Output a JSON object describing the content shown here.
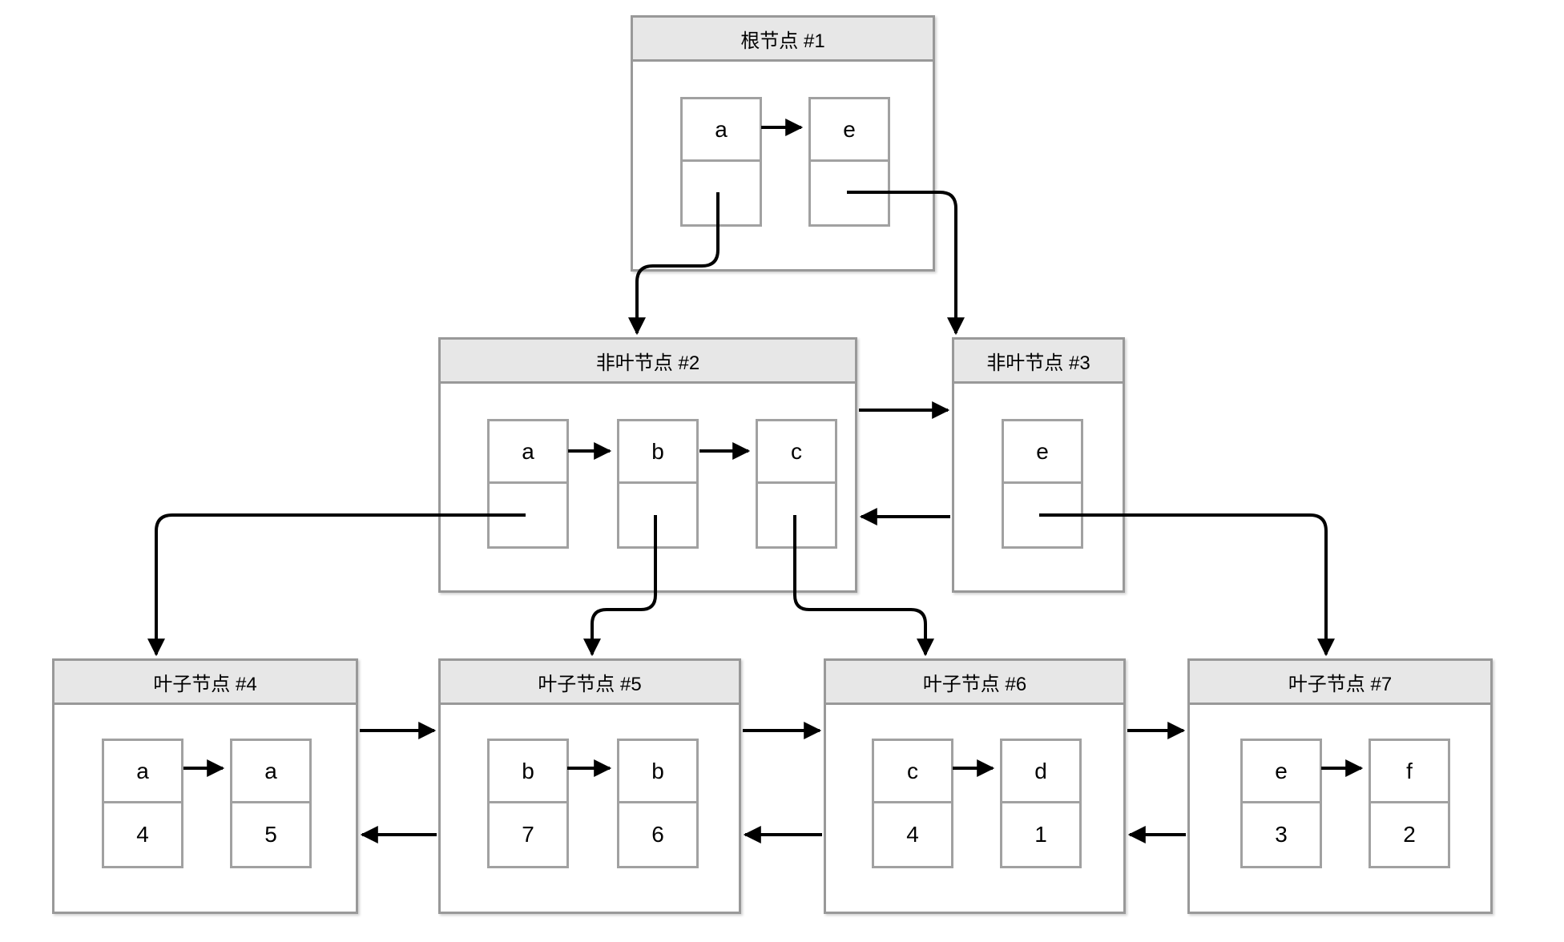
{
  "nodes": [
    {
      "title": "根节点 #1",
      "cells": [
        {
          "key": "a",
          "pointer": ""
        },
        {
          "key": "e",
          "pointer": ""
        }
      ]
    },
    {
      "title": "非叶节点 #2",
      "cells": [
        {
          "key": "a",
          "pointer": ""
        },
        {
          "key": "b",
          "pointer": ""
        },
        {
          "key": "c",
          "pointer": ""
        }
      ]
    },
    {
      "title": "非叶节点 #3",
      "cells": [
        {
          "key": "e",
          "pointer": ""
        }
      ]
    },
    {
      "title": "叶子节点 #4",
      "cells": [
        {
          "key": "a",
          "pointer": "4"
        },
        {
          "key": "a",
          "pointer": "5"
        }
      ]
    },
    {
      "title": "叶子节点 #5",
      "cells": [
        {
          "key": "b",
          "pointer": "7"
        },
        {
          "key": "b",
          "pointer": "6"
        }
      ]
    },
    {
      "title": "叶子节点 #6",
      "cells": [
        {
          "key": "c",
          "pointer": "4"
        },
        {
          "key": "d",
          "pointer": "1"
        }
      ]
    },
    {
      "title": "叶子节点 #7",
      "cells": [
        {
          "key": "e",
          "pointer": "3"
        },
        {
          "key": "f",
          "pointer": "2"
        }
      ]
    }
  ],
  "edges": [
    {
      "from": "根节点 #1 / a pointer",
      "to": "非叶节点 #2",
      "type": "child"
    },
    {
      "from": "根节点 #1 / e pointer",
      "to": "非叶节点 #3",
      "type": "child"
    },
    {
      "from": "非叶节点 #2 / a pointer",
      "to": "叶子节点 #4",
      "type": "child"
    },
    {
      "from": "非叶节点 #2 / b pointer",
      "to": "叶子节点 #5",
      "type": "child"
    },
    {
      "from": "非叶节点 #2 / c pointer",
      "to": "叶子节点 #6",
      "type": "child"
    },
    {
      "from": "非叶节点 #3 / e pointer",
      "to": "叶子节点 #7",
      "type": "child"
    },
    {
      "from": "非叶节点 #2",
      "to": "非叶节点 #3",
      "type": "next-sibling"
    },
    {
      "from": "非叶节点 #3",
      "to": "非叶节点 #2",
      "type": "prev-sibling"
    },
    {
      "from": "叶子节点 #4",
      "to": "叶子节点 #5",
      "type": "next-leaf"
    },
    {
      "from": "叶子节点 #5",
      "to": "叶子节点 #4",
      "type": "prev-leaf"
    },
    {
      "from": "叶子节点 #5",
      "to": "叶子节点 #6",
      "type": "next-leaf"
    },
    {
      "from": "叶子节点 #6",
      "to": "叶子节点 #5",
      "type": "prev-leaf"
    },
    {
      "from": "叶子节点 #6",
      "to": "叶子节点 #7",
      "type": "next-leaf"
    },
    {
      "from": "叶子节点 #7",
      "to": "叶子节点 #6",
      "type": "prev-leaf"
    },
    {
      "from": "根节点 #1 / a",
      "to": "根节点 #1 / e",
      "type": "key-order"
    },
    {
      "from": "非叶节点 #2 / a",
      "to": "非叶节点 #2 / b",
      "type": "key-order"
    },
    {
      "from": "非叶节点 #2 / b",
      "to": "非叶节点 #2 / c",
      "type": "key-order"
    },
    {
      "from": "叶子节点 #4 / a",
      "to": "叶子节点 #4 / a",
      "type": "key-order"
    },
    {
      "from": "叶子节点 #5 / b",
      "to": "叶子节点 #5 / b",
      "type": "key-order"
    },
    {
      "from": "叶子节点 #6 / c",
      "to": "叶子节点 #6 / d",
      "type": "key-order"
    },
    {
      "from": "叶子节点 #7 / e",
      "to": "叶子节点 #7 / f",
      "type": "key-order"
    }
  ],
  "colors": {
    "node_border": "#999999",
    "cell_border": "#a1a1a1",
    "header_fill": "#e7e7e7",
    "body_fill": "#ffffff",
    "connector": "#000000",
    "text": "#000000",
    "background": "#ffffff"
  }
}
